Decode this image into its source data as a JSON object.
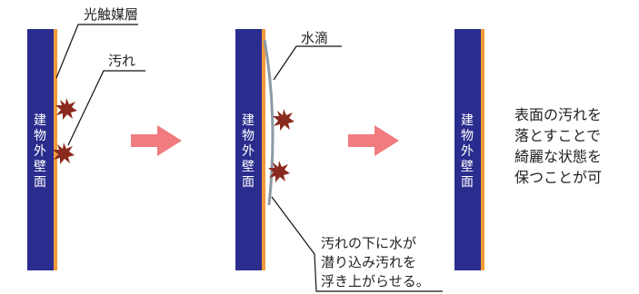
{
  "labels": {
    "wall": "建物外壁面",
    "photocatalyst": "光触媒層",
    "dirt": "汚れ",
    "water_drop": "水滴",
    "explanation_lines": [
      "汚れの下に水が",
      "潜り込み汚れを",
      "浮き上がらせる。"
    ],
    "result_lines": [
      "表面の汚れを",
      "落とすことで",
      "綺麗な状態を",
      "保つことが可"
    ]
  },
  "colors": {
    "wall": "#2b2d8e",
    "coating": "#f39a3a",
    "arrow": "#f07c80",
    "dirt": "#8a2a1e",
    "water": "#8c9aa3",
    "line": "#111111"
  },
  "icons": {
    "dirt": "dirt-splat-icon",
    "arrow": "right-arrow-icon"
  }
}
